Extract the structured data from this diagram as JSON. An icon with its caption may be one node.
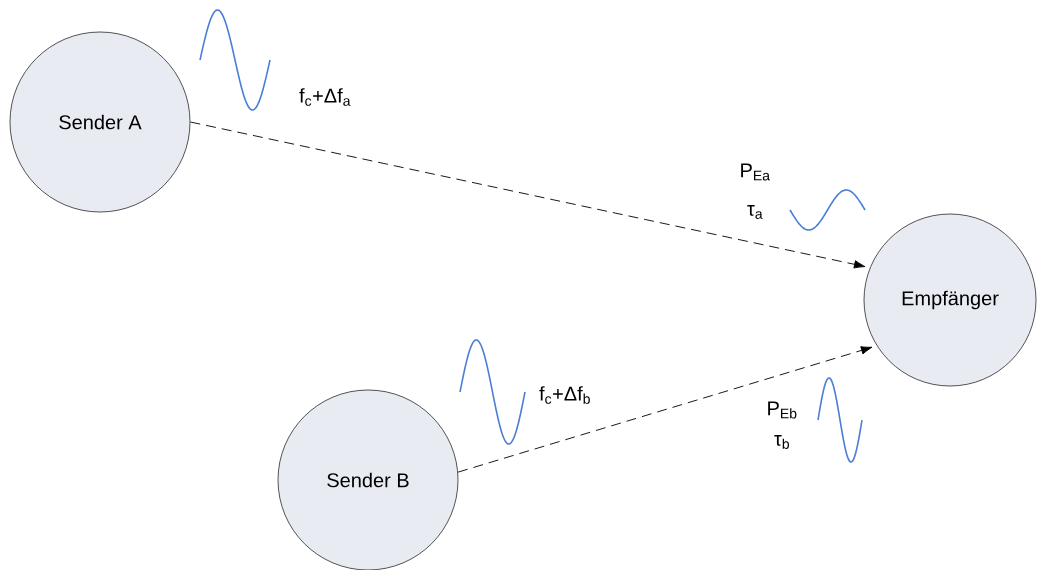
{
  "diagram": {
    "nodes": [
      {
        "text": [
          "Sender A"
        ]
      },
      {
        "text": [
          "Empfänger"
        ]
      },
      {
        "text": [
          "Sender B"
        ]
      }
    ],
    "edges": [
      {
        "from": 0,
        "to": 1,
        "arrow": "to",
        "style": "dashed"
      },
      {
        "from": 2,
        "to": 1,
        "arrow": "to",
        "style": "dashed"
      }
    ],
    "labels": [
      "f$_{c}$+Δf$_{a}$",
      "P$_{Ea}$",
      "τ$_{a}$",
      "f$_{c}$+Δf$_{b}$",
      "P$_{Eb}$",
      "τ$_{b}$"
    ]
  }
}
